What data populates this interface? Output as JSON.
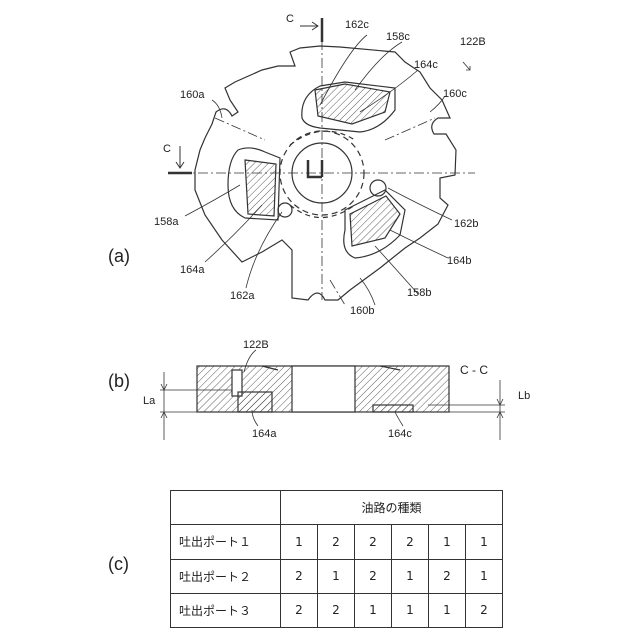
{
  "parts": {
    "a": "(a)",
    "b": "(b)",
    "c": "(c)"
  },
  "view_a_labels": {
    "section_c_top": "C",
    "section_c_left": "C",
    "plate": "122B",
    "l162c": "162c",
    "l158c": "158c",
    "l164c": "164c",
    "l160a": "160a",
    "l160c": "160c",
    "l158a": "158a",
    "l164a": "164a",
    "l162a": "162a",
    "l162b": "162b",
    "l164b": "164b",
    "l158b": "158b",
    "l160b": "160b"
  },
  "view_b_labels": {
    "plate": "122B",
    "section": "C - C",
    "la": "La",
    "lb": "Lb",
    "l164a": "164a",
    "l164c": "164c"
  },
  "table": {
    "header": "油路の種類",
    "rows": [
      {
        "label": "吐出ポート１",
        "values": [
          "1",
          "2",
          "2",
          "2",
          "1",
          "1"
        ]
      },
      {
        "label": "吐出ポート２",
        "values": [
          "2",
          "1",
          "2",
          "1",
          "2",
          "1"
        ]
      },
      {
        "label": "吐出ポート３",
        "values": [
          "2",
          "2",
          "1",
          "1",
          "1",
          "2"
        ]
      }
    ]
  }
}
